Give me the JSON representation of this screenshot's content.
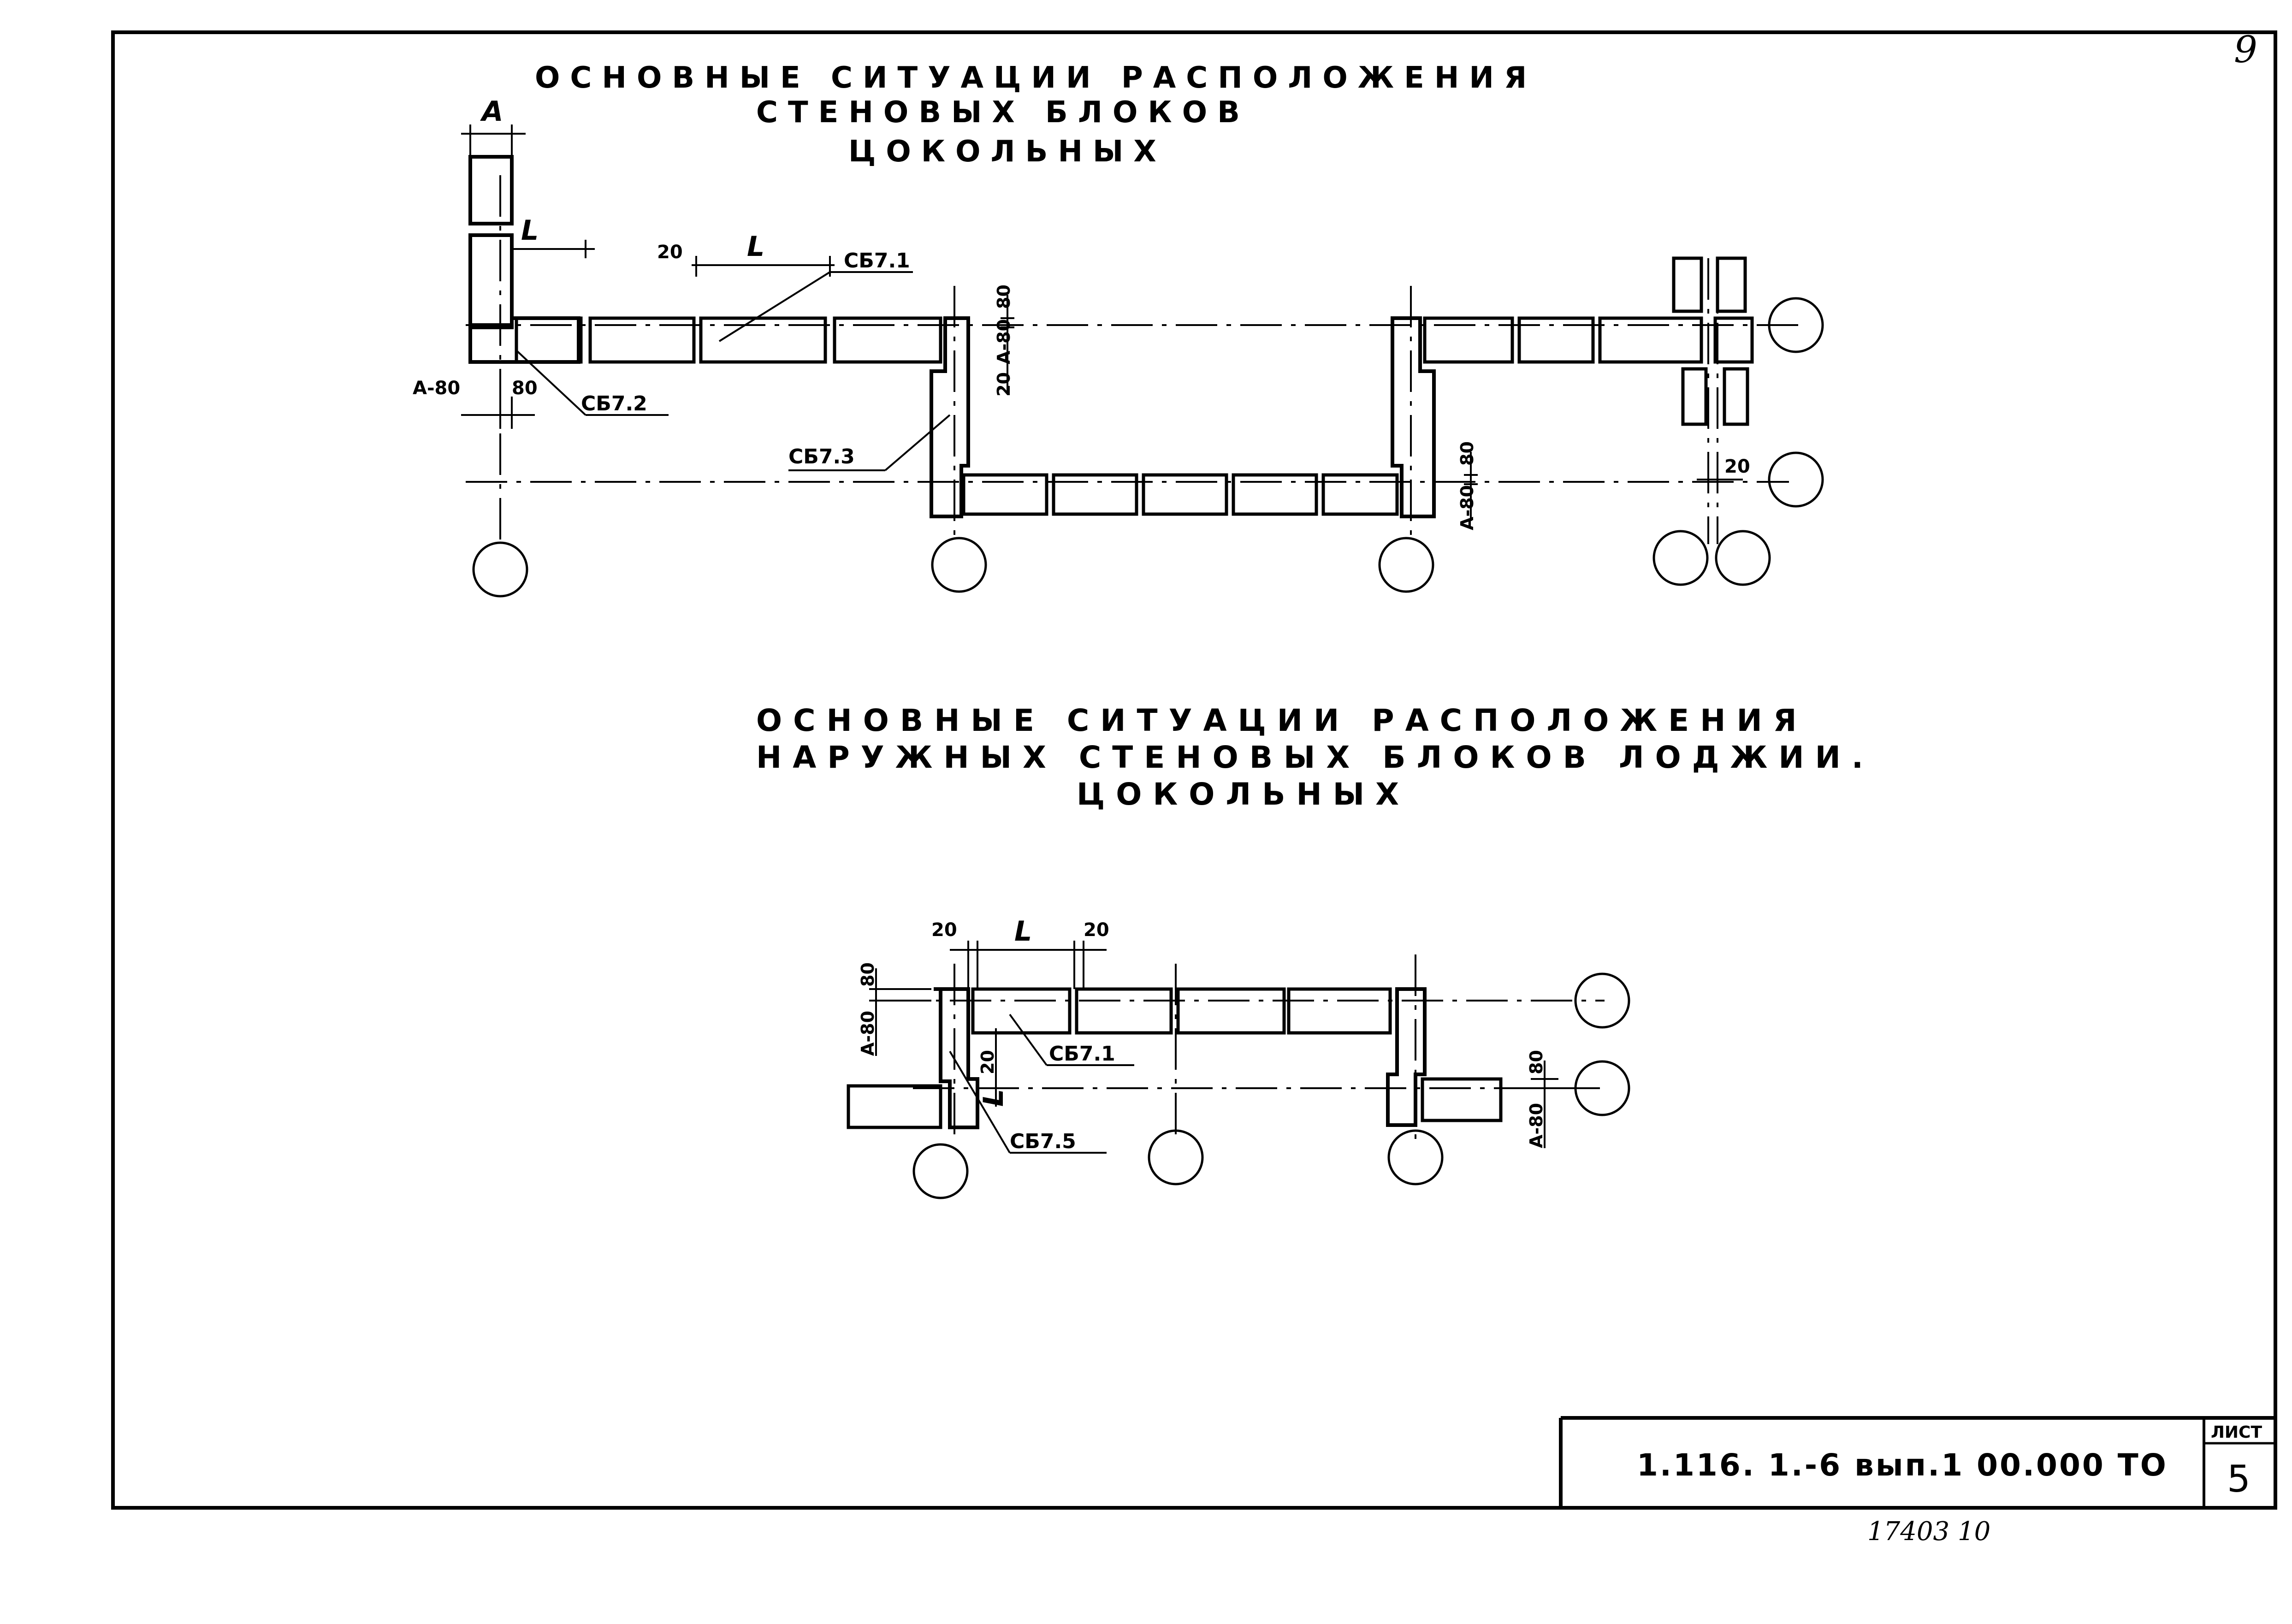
{
  "page": {
    "corner_number": "9",
    "handwritten": "17403   10"
  },
  "section1": {
    "title_line1": "ОСНОВНЫЕ СИТУАЦИИ РАСПОЛОЖЕНИЯ",
    "title_line2": "СТЕНОВЫХ БЛОКОВ",
    "title_line3": "ЦОКОЛЬНЫХ",
    "labels": {
      "sb71": "СБ7.1",
      "sb72": "СБ7.2",
      "sb73": "СБ7.3",
      "dim_A": "A",
      "dim_L1": "L",
      "dim_L2": "L",
      "dim_20_top": "20",
      "dim_A80_left": "A-80",
      "dim_80_left": "80",
      "dim_80_mid": "80",
      "dim_A80_mid": "A-80",
      "dim_20_mid": "20",
      "dim_80_right": "80",
      "dim_A80_right": "A-80",
      "dim_20_right": "20"
    }
  },
  "section2": {
    "title_line1": "ОСНОВНЫЕ СИТУАЦИИ РАСПОЛОЖЕНИЯ",
    "title_line2": "НАРУЖНЫХ СТЕНОВЫХ БЛОКОВ ЛОДЖИИ.",
    "title_line3": "ЦОКОЛЬНЫХ",
    "labels": {
      "sb71": "СБ7.1",
      "sb75": "СБ7.5",
      "dim_20_a": "20",
      "dim_L": "L",
      "dim_20_b": "20",
      "dim_80_left": "80",
      "dim_A80_left": "A-80",
      "dim_20_v": "20",
      "dim_L_v": "L",
      "dim_80_right": "80",
      "dim_A80_right": "A-80"
    }
  },
  "title_block": {
    "code": "1.116. 1.-6 вып.1 00.000 ТО",
    "sheet_label": "ЛИСТ",
    "sheet_number": "5"
  }
}
